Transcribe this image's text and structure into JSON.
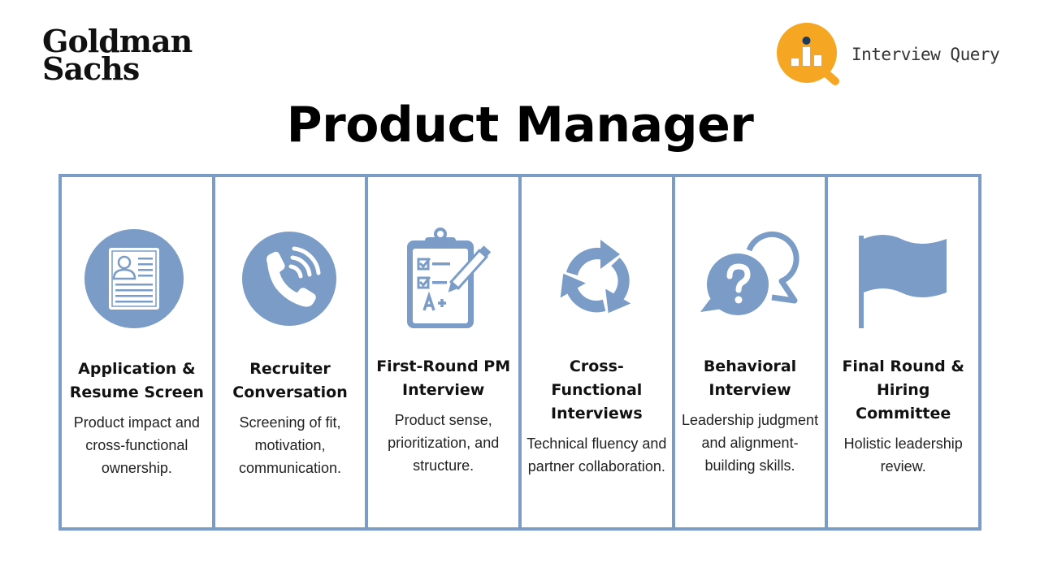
{
  "header": {
    "company_logo": {
      "line1": "Goldman",
      "line2": "Sachs"
    },
    "brand_logo": {
      "text": "Interview Query",
      "icon": "magnifier-bar-chart-icon",
      "color": "#f5a623"
    },
    "title": "Product Manager"
  },
  "colors": {
    "accent": "#7a9cc6",
    "brand": "#f5a623"
  },
  "stages": [
    {
      "icon": "resume-document-icon",
      "title": "Application & Resume Screen",
      "description": "Product impact and cross-functional ownership."
    },
    {
      "icon": "phone-call-icon",
      "title": "Recruiter Conversation",
      "description": "Screening of fit, motivation, communication."
    },
    {
      "icon": "clipboard-checklist-icon",
      "title": "First-Round PM Interview",
      "description": "Product sense, prioritization, and structure."
    },
    {
      "icon": "cycle-arrows-icon",
      "title": "Cross-Functional Interviews",
      "description": "Technical fluency and partner collaboration."
    },
    {
      "icon": "question-chat-bubbles-icon",
      "title": "Behavioral Interview",
      "description": "Leadership judgment and alignment-building skills."
    },
    {
      "icon": "flag-icon",
      "title": "Final Round & Hiring Committee",
      "description": "Holistic leadership review."
    }
  ]
}
